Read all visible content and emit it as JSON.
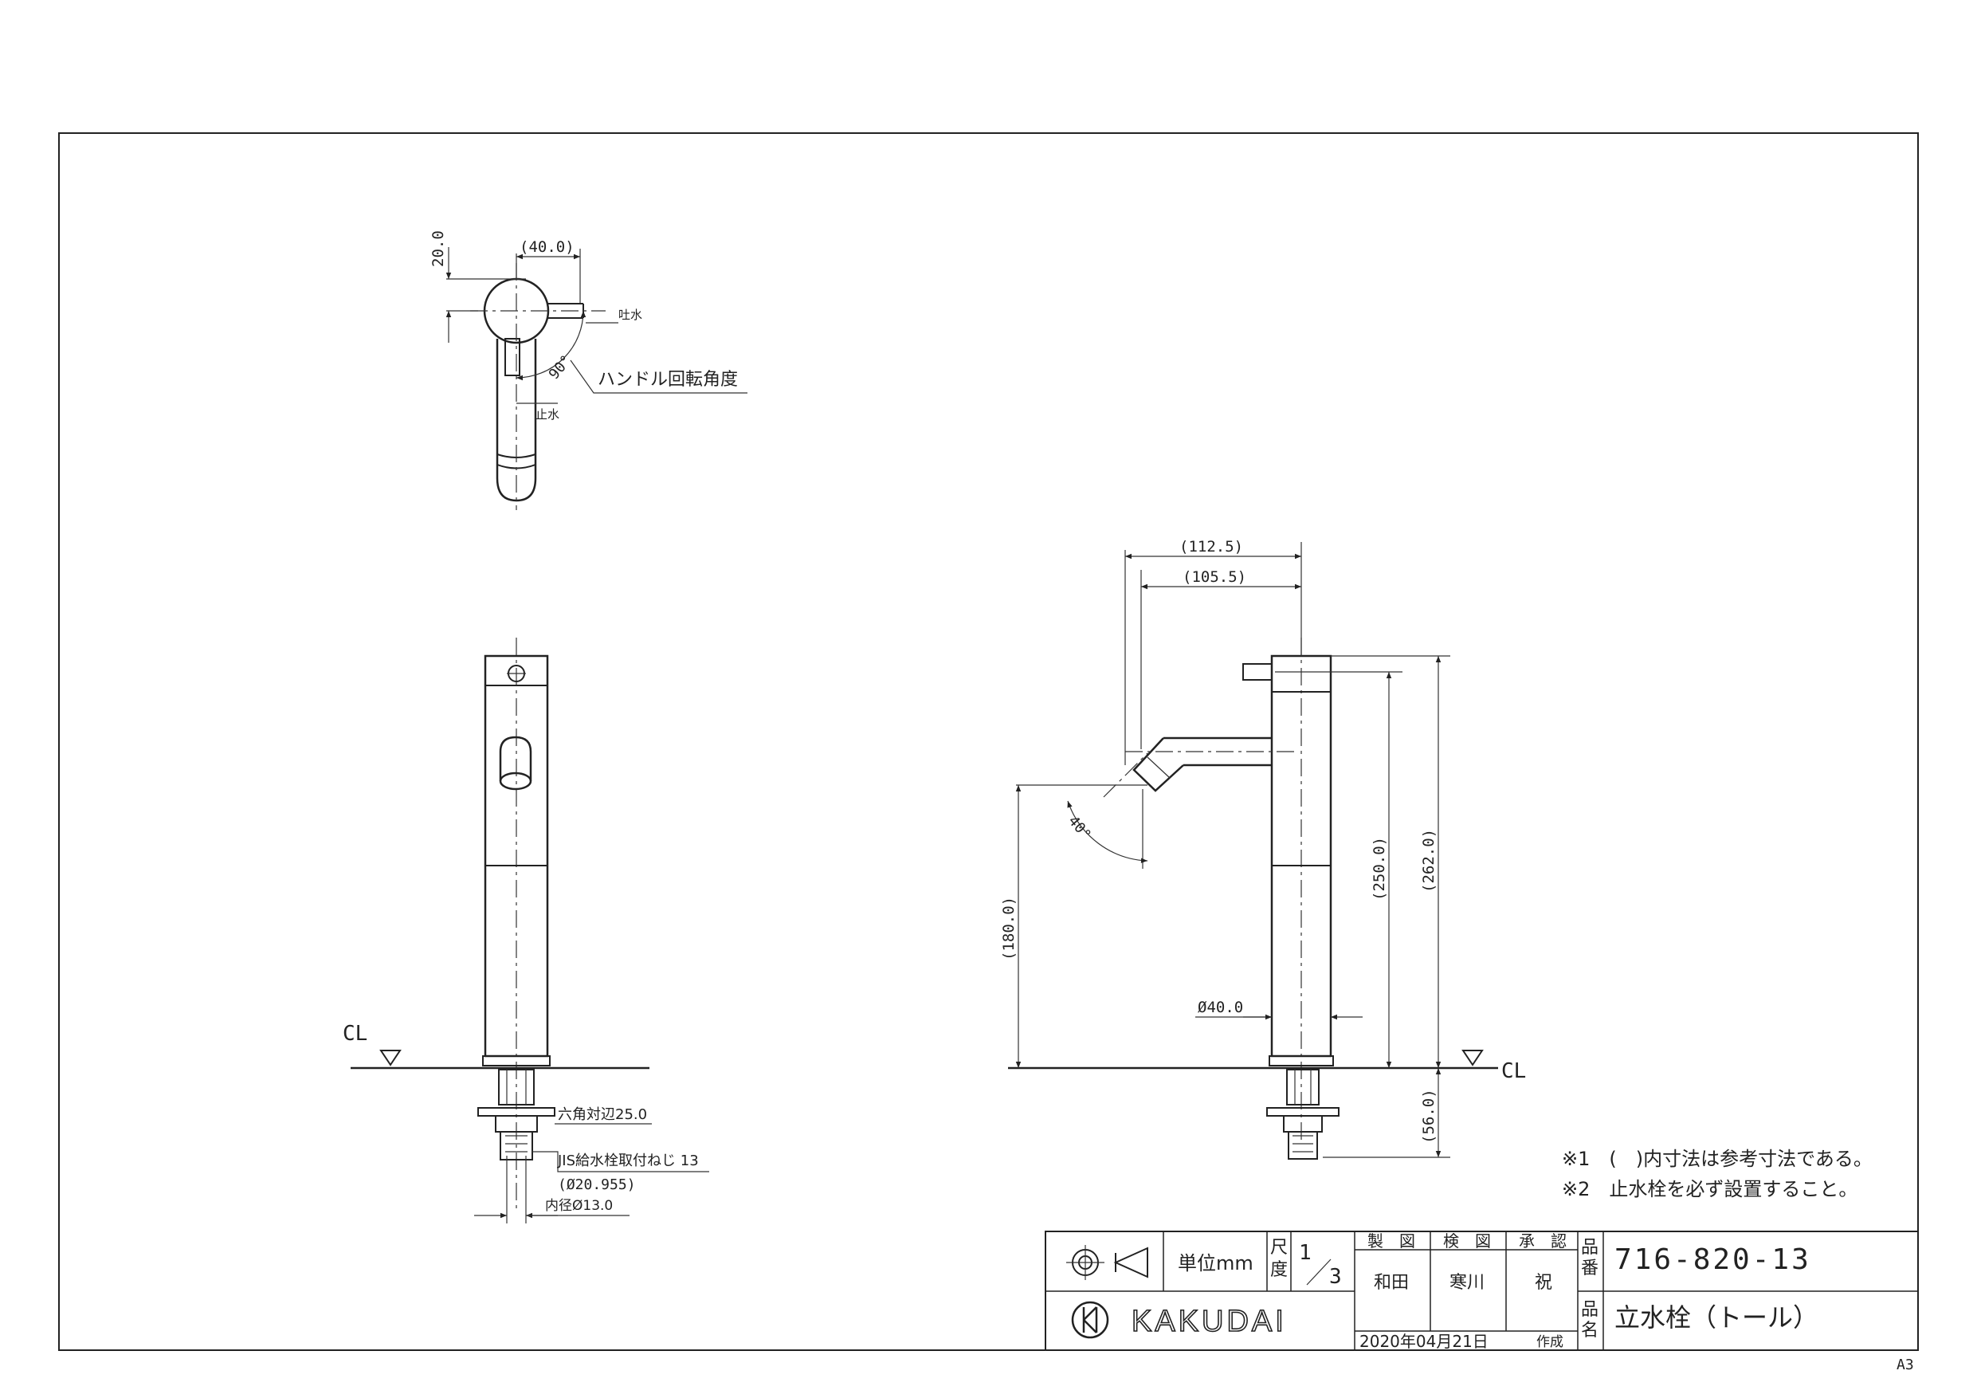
{
  "plan_view": {
    "dim_offset": "20.0",
    "dim_width": "(40.0)",
    "label_spout": "吐水",
    "label_stop": "止水",
    "angle": "90°",
    "handle_label": "ハンドル回転角度"
  },
  "front_view": {
    "cl": "CL",
    "hex": "六角対辺25.0",
    "thread": "JIS給水栓取付ねじ 13",
    "thread_dia": "(Ø20.955)",
    "inner_dia": "内径Ø13.0"
  },
  "side_view": {
    "dim_1125": "(112.5)",
    "dim_1055": "(105.5)",
    "angle": "40°",
    "dim_180": "(180.0)",
    "dim_250": "(250.0)",
    "dim_262": "(262.0)",
    "dim_56": "(56.0)",
    "dia40": "Ø40.0",
    "cl": "CL"
  },
  "notes": [
    "※1　(　)内寸法は参考寸法である。",
    "※2　止水栓を必ず設置すること。"
  ],
  "title_block": {
    "unit": "単位mm",
    "scale_label_1": "尺",
    "scale_label_2": "度",
    "scale_num": "1",
    "scale_den": "3",
    "col_made": "製　図",
    "col_check": "検　図",
    "col_approve": "承　認",
    "name_made": "和田",
    "name_check": "寒川",
    "name_approve": "祝",
    "part_no_label_1": "品",
    "part_no_label_2": "番",
    "part_no": "716-820-13",
    "part_name_label_1": "品",
    "part_name_label_2": "名",
    "part_name": "立水栓（トール）",
    "logo": "KAKUDAI",
    "date": "2020年04月21日",
    "created": "作成"
  },
  "sheet_size": "A3"
}
